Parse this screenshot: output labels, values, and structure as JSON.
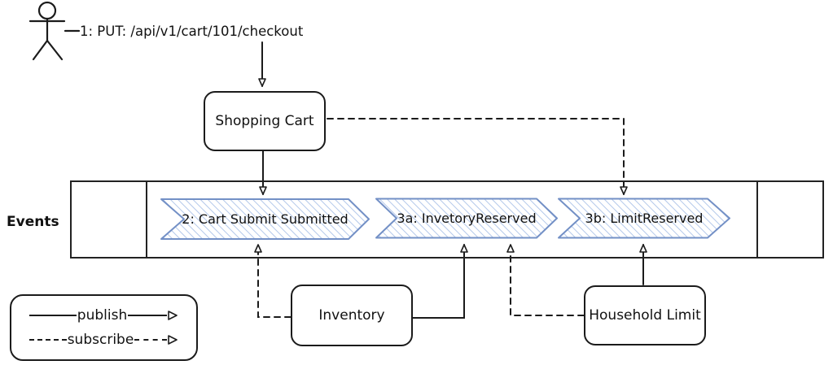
{
  "actor": {
    "label": "1: PUT: /api/v1/cart/101/checkout"
  },
  "nodes": {
    "shopping_cart": {
      "label": "Shopping Cart"
    },
    "inventory": {
      "label": "Inventory"
    },
    "household_limit": {
      "label": "Household Limit"
    }
  },
  "lane": {
    "label": "Events"
  },
  "events": {
    "e2": {
      "label": "2: Cart Submit Submitted"
    },
    "e3a": {
      "label": "3a: InvetoryReserved"
    },
    "e3b": {
      "label": "3b: LimitReserved"
    }
  },
  "legend": {
    "publish": "publish",
    "subscribe": "subscribe"
  },
  "colors": {
    "line": "#1b1b1b",
    "event_stroke": "#7390c6",
    "event_hatch": "#b3c8ea"
  }
}
